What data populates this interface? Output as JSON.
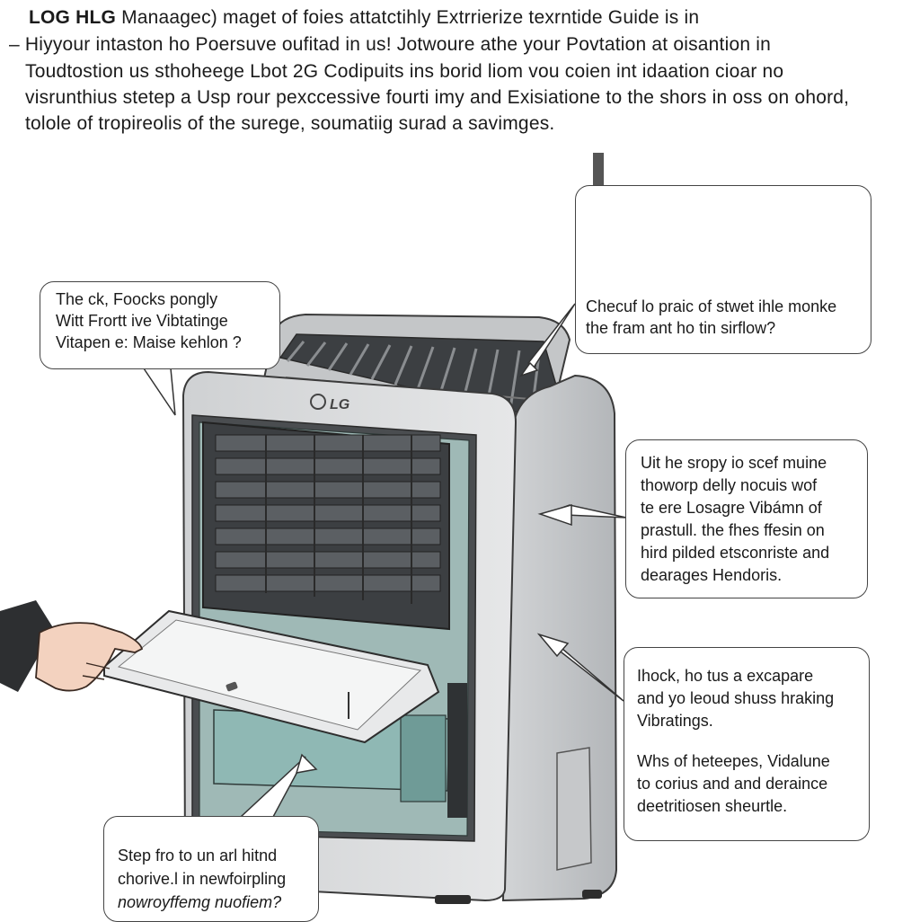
{
  "intro": {
    "line1_brand": "LOG HLG",
    "line1_rest": " Manaagec) maget of foies attatctihly Extrrierize texrntide Guide is in",
    "line2": "– Hiyyour intaston ho Poersuve oufitad in us! Jotwoure athe your Povtation at oisantion in",
    "line3": "Toudtostion us sthoheege Lbot 2G Codipuits ins borid liom vou coien int idaation cioar no",
    "line4": "visrunthius stetep a Usp rour pexccessive fourti imy and Exisiatione to the shors in oss on ohord,",
    "line5": "tolole of tropireolis of the surege, soumatiig surad a savimges."
  },
  "device": {
    "brand": "LG"
  },
  "callouts": {
    "left": [
      "The ck, Foocks pongly",
      "Witt Frortt ive Vibtatinge",
      "Vitapen e: Maise kehlon ?"
    ],
    "top_right": [
      "Checuf lo praic of stwet ihle monke",
      "the fram ant ho tin sirflow?"
    ],
    "middle_right": [
      "Uit he sropy io scef muine",
      "thoworp delly nocuis wof",
      "te ere Losagre Vibámn of",
      "prastull. the fhes ffesin on",
      "hird pilded etsconriste and",
      "dearages Hendoris."
    ],
    "lower_right_a": [
      "Ihock, ho tus a excapare",
      "and yo leoud shuss hraking",
      "Vibratings."
    ],
    "lower_right_b": [
      "Whs of heteepes, Vidalune",
      "to corius and and deraince",
      "deetritiosen sheurtle."
    ],
    "bottom": [
      "Step fro to un arl hitnd",
      "chorive.l in newfoirpling",
      "nowroyffemg nuofiem?"
    ]
  },
  "colors": {
    "housing": "#c9cbcd",
    "housing_light": "#e3e5e7",
    "panel_teal": "#8fb8b4",
    "filter_dark": "#3c3f42",
    "outline": "#3a3a3a"
  }
}
